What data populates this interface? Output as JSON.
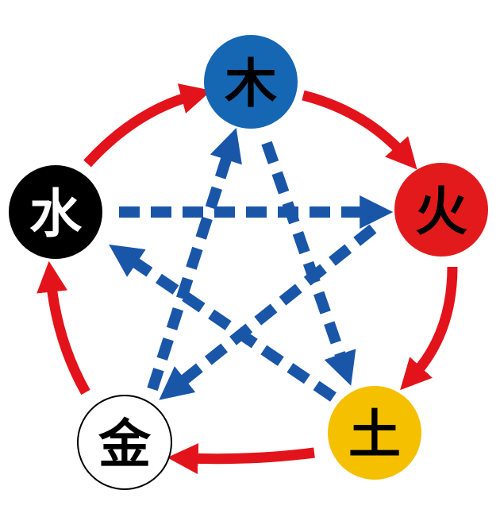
{
  "colors": {
    "generating_arrow": "#e3131b",
    "controlling_arrow": "#1a56a8"
  },
  "elements": [
    {
      "id": "wood",
      "label": "木",
      "fill": "#1567b3",
      "text_color": "#000000",
      "stroke": "none"
    },
    {
      "id": "fire",
      "label": "火",
      "fill": "#e31a1c",
      "text_color": "#000000",
      "stroke": "none"
    },
    {
      "id": "earth",
      "label": "土",
      "fill": "#f5c000",
      "text_color": "#000000",
      "stroke": "none"
    },
    {
      "id": "metal",
      "label": "金",
      "fill": "#ffffff",
      "text_color": "#000000",
      "stroke": "#000000"
    },
    {
      "id": "water",
      "label": "水",
      "fill": "#000000",
      "text_color": "#ffffff",
      "stroke": "none"
    }
  ],
  "generating_cycle": [
    {
      "from": "water",
      "to": "wood"
    },
    {
      "from": "wood",
      "to": "fire"
    },
    {
      "from": "fire",
      "to": "earth"
    },
    {
      "from": "earth",
      "to": "metal"
    },
    {
      "from": "metal",
      "to": "water"
    }
  ],
  "controlling_cycle": [
    {
      "from": "water",
      "to": "fire"
    },
    {
      "from": "fire",
      "to": "metal"
    },
    {
      "from": "metal",
      "to": "wood"
    },
    {
      "from": "wood",
      "to": "earth"
    },
    {
      "from": "earth",
      "to": "water"
    }
  ]
}
